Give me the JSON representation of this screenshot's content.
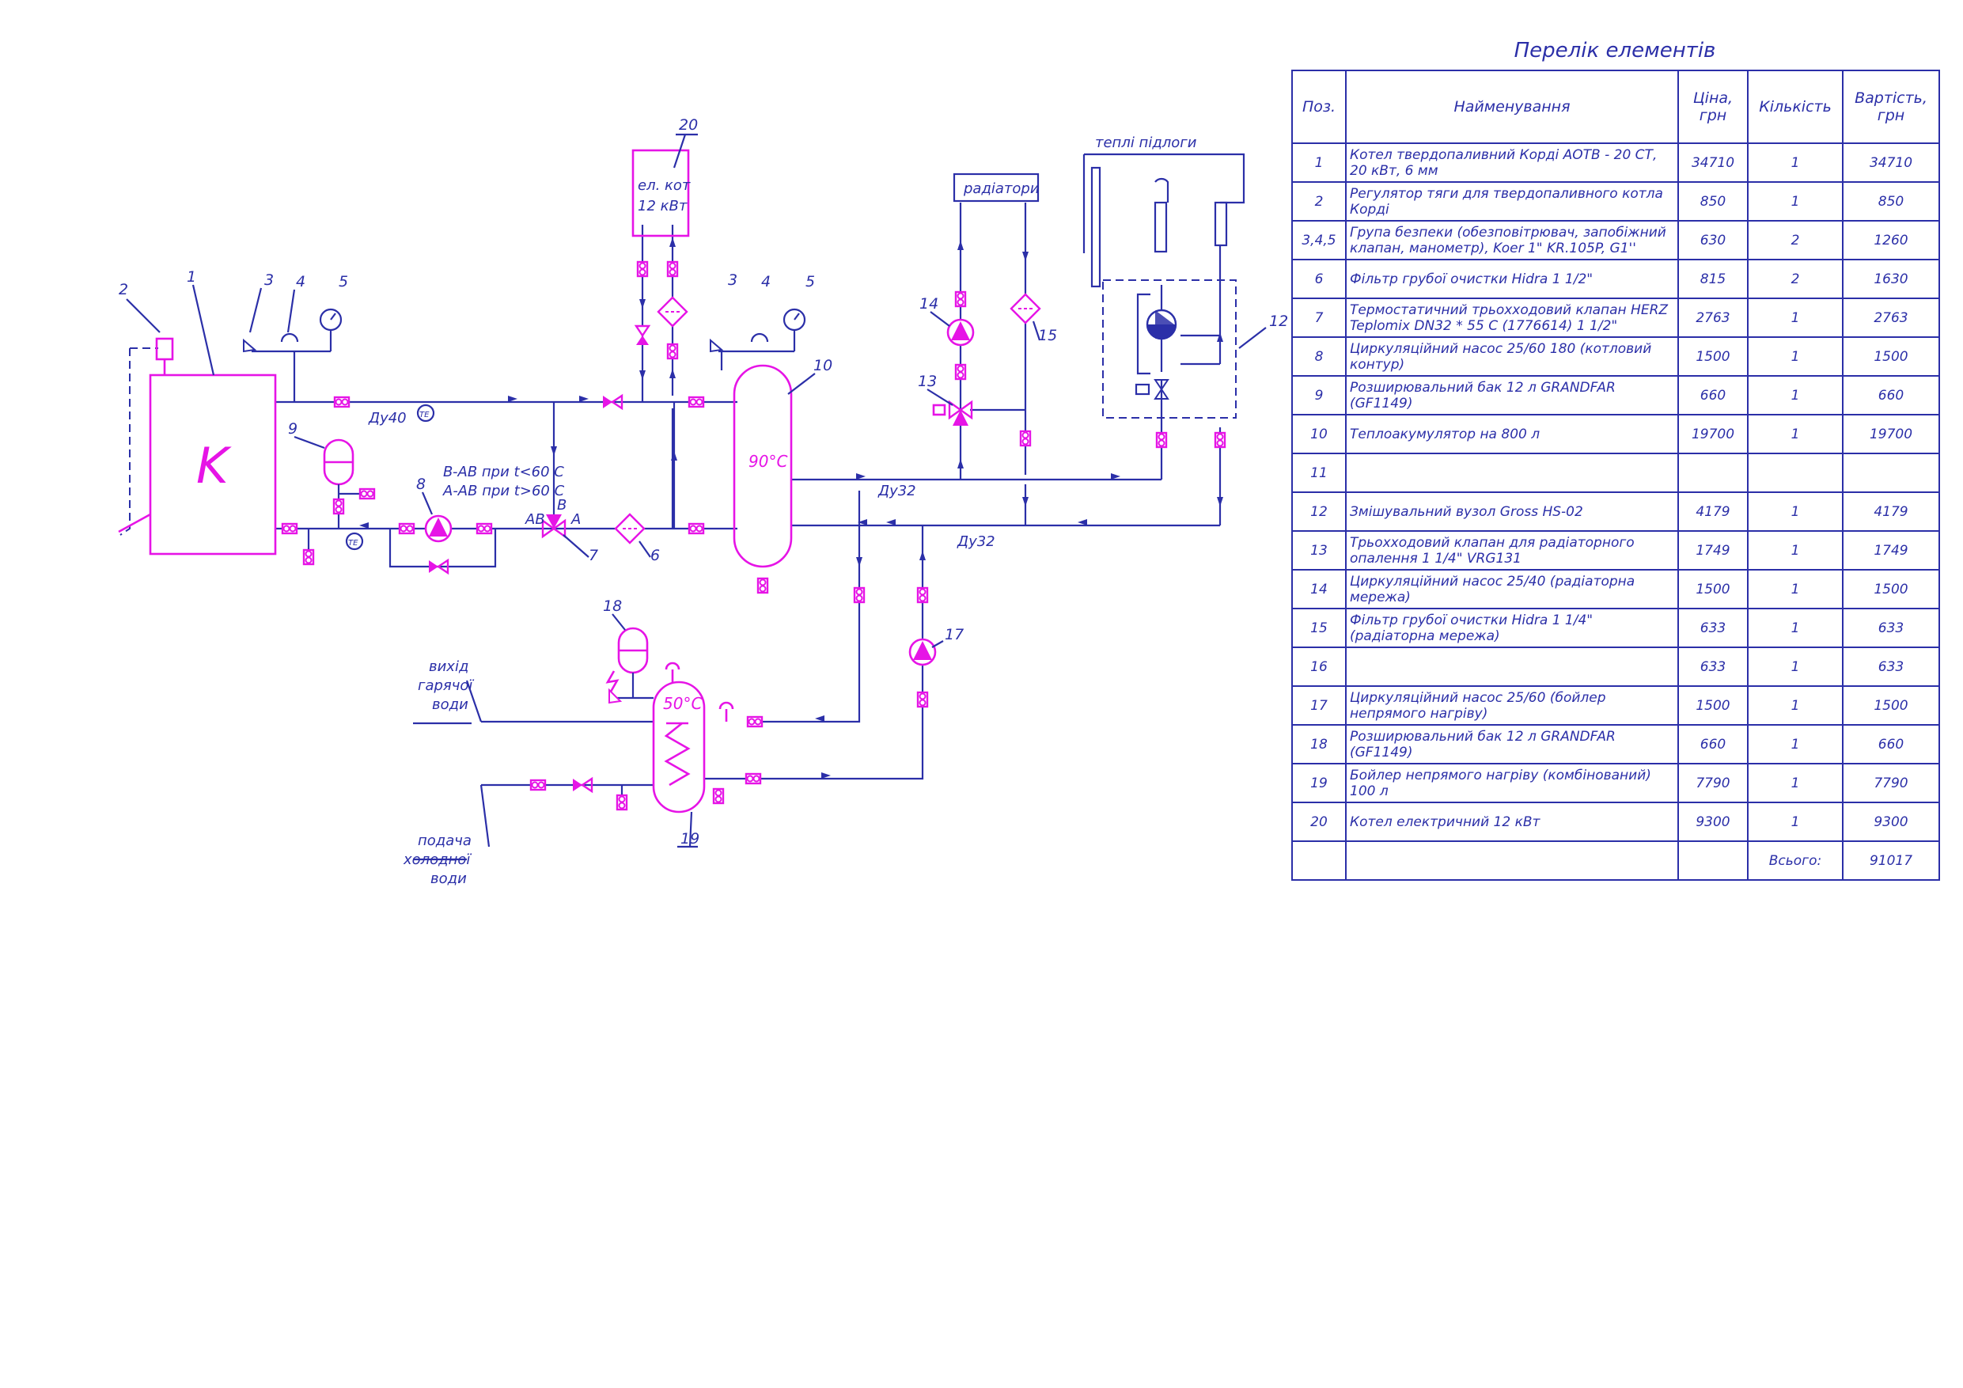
{
  "labels": {
    "el_kot": "ел. кот",
    "kw12": "12 кВт",
    "radiatory": "радіатори",
    "tepli_pidlogy": "теплі підлоги",
    "k": "K",
    "du40": "Ду40",
    "du32a": "Ду32",
    "du32b": "Ду32",
    "temp90": "90°C",
    "temp50": "50°C",
    "mode1": "B-AB при t<60 C",
    "mode2": "A-AB при t>60 C",
    "port_ab": "AB",
    "port_b": "B",
    "port_a": "A",
    "te1": "TE",
    "te2": "TE",
    "hot_out_1": "вихід",
    "hot_out_2": "гарячої",
    "hot_out_3": "води",
    "cold_in_1": "подача",
    "cold_in_2": "холодної",
    "cold_in_3": "води"
  },
  "callouts": {
    "c1": "1",
    "c2": "2",
    "c3a": "3",
    "c4a": "4",
    "c5a": "5",
    "c3b": "3",
    "c4b": "4",
    "c5b": "5",
    "c6": "6",
    "c7": "7",
    "c8": "8",
    "c9": "9",
    "c10": "10",
    "c12": "12",
    "c13": "13",
    "c14": "14",
    "c15": "15",
    "c17": "17",
    "c18": "18",
    "c19": "19",
    "c20": "20"
  },
  "spec": {
    "title": "Перелік елементів",
    "headers": [
      "Поз.",
      "Найменування",
      "Ціна, грн",
      "Кількість",
      "Вартість, грн"
    ],
    "rows": [
      [
        "1",
        "Котел твердопаливний Корді АОТВ - 20 СТ, 20 кВт, 6 мм",
        "34710",
        "1",
        "34710"
      ],
      [
        "2",
        "Регулятор тяги для твердопаливного котла Корді",
        "850",
        "1",
        "850"
      ],
      [
        "3,4,5",
        "Група безпеки (обезповітрювач, запобіжний клапан, манометр), Koer 1\" KR.105P, G1''",
        "630",
        "2",
        "1260"
      ],
      [
        "6",
        "Фільтр грубої очистки Hidra 1 1/2\"",
        "815",
        "2",
        "1630"
      ],
      [
        "7",
        "Термостатичний трьохходовий клапан HERZ Teplomix DN32 * 55 C (1776614) 1 1/2\"",
        "2763",
        "1",
        "2763"
      ],
      [
        "8",
        "Циркуляційний насос 25/60 180 (котловий контур)",
        "1500",
        "1",
        "1500"
      ],
      [
        "9",
        "Розширювальний бак 12 л GRANDFAR (GF1149)",
        "660",
        "1",
        "660"
      ],
      [
        "10",
        "Теплоакумулятор на 800 л",
        "19700",
        "1",
        "19700"
      ],
      [
        "11",
        "",
        "",
        "",
        ""
      ],
      [
        "12",
        "Змішувальний вузол Gross HS-02",
        "4179",
        "1",
        "4179"
      ],
      [
        "13",
        "Трьохходовий клапан для радіаторного опалення 1 1/4\" VRG131",
        "1749",
        "1",
        "1749"
      ],
      [
        "14",
        "Циркуляційний насос 25/40 (радіаторна мережа)",
        "1500",
        "1",
        "1500"
      ],
      [
        "15",
        "Фільтр грубої очистки Hidra 1 1/4\" (радіаторна мережа)",
        "633",
        "1",
        "633"
      ],
      [
        "16",
        "",
        "633",
        "1",
        "633"
      ],
      [
        "17",
        "Циркуляційний насос 25/60 (бойлер непрямого нагріву)",
        "1500",
        "1",
        "1500"
      ],
      [
        "18",
        "Розширювальний бак 12 л GRANDFAR (GF1149)",
        "660",
        "1",
        "660"
      ],
      [
        "19",
        "Бойлер непрямого нагріву (комбінований) 100 л",
        "7790",
        "1",
        "7790"
      ],
      [
        "20",
        "Котел електричний 12 кВт",
        "9300",
        "1",
        "9300"
      ]
    ],
    "total_label": "Всього:",
    "total_value": "91017"
  }
}
